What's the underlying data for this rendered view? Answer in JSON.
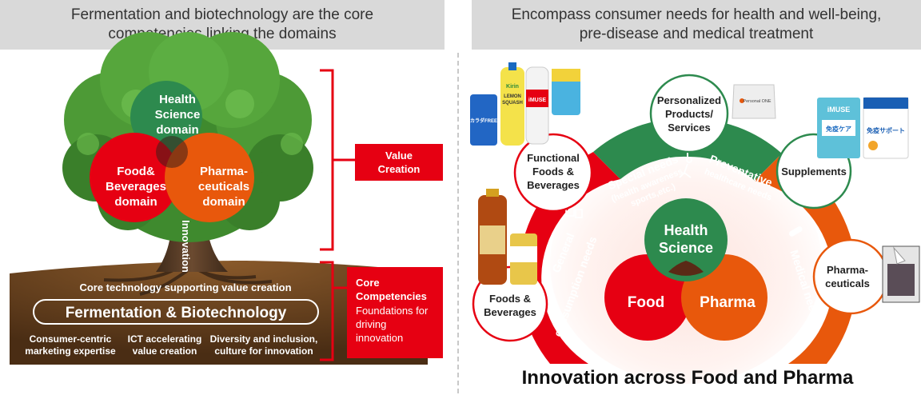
{
  "left": {
    "header_lines": [
      "Fermentation and biotechnology are the core",
      "competencies linking the domains"
    ],
    "domains": {
      "health": [
        "Health",
        "Science",
        "domain"
      ],
      "food": [
        "Food&",
        "Beverages",
        "domain"
      ],
      "pharma": [
        "Pharma-",
        "ceuticals",
        "domain"
      ]
    },
    "trunk_label": "Innovation",
    "core_tech_label": "Core technology supporting value creation",
    "fermentation_label": "Fermentation & Biotechnology",
    "foundations": [
      [
        "Consumer-centric",
        "marketing expertise"
      ],
      [
        "ICT accelerating",
        "value creation"
      ],
      [
        "Diversity and inclusion,",
        "culture for innovation"
      ]
    ],
    "value_creation": [
      "Value",
      "Creation"
    ],
    "core_competencies": {
      "title": [
        "Core",
        "Competencies"
      ],
      "sub": [
        "Foundations for",
        "driving",
        "innovation"
      ]
    }
  },
  "right": {
    "header_lines": [
      "Encompass consumer needs for health and well-being,",
      "pre-disease and medical treatment"
    ],
    "center": {
      "health": [
        "Health",
        "Science"
      ],
      "food": "Food",
      "pharma": "Pharma"
    },
    "arc_labels": {
      "special": [
        "Special needs",
        "(health awareness,",
        "sports,etc.)"
      ],
      "preventative": [
        "Preventative",
        "healthcare needs"
      ],
      "general": [
        "General",
        "consumption needs"
      ],
      "medical": "Medical needs"
    },
    "satellites": {
      "functional": [
        "Functional",
        "Foods &",
        "Beverages"
      ],
      "personalized": [
        "Personalized",
        "Products/",
        "Services"
      ],
      "supplements": "Supplements",
      "foods": [
        "Foods &",
        "Beverages"
      ],
      "pharma": [
        "Pharma-",
        "ceuticals"
      ]
    },
    "product_text": {
      "lemon_brand": "Kirin",
      "lemon": [
        "LEMON",
        "SQUASH"
      ],
      "imuse": "iMUSE",
      "karada": "カラダFREE",
      "personal_one": "Personal ONE",
      "imuse_box": "iMUSE",
      "box_text_1": "免疫ケア",
      "box_text_2": "免疫サポート"
    },
    "bottom_title": "Innovation across Food and Pharma"
  },
  "colors": {
    "red": "#e60012",
    "green": "#2d8a4e",
    "orange": "#e8580c",
    "dark_green": "#1f6b3a",
    "soil": "#6b4422"
  }
}
